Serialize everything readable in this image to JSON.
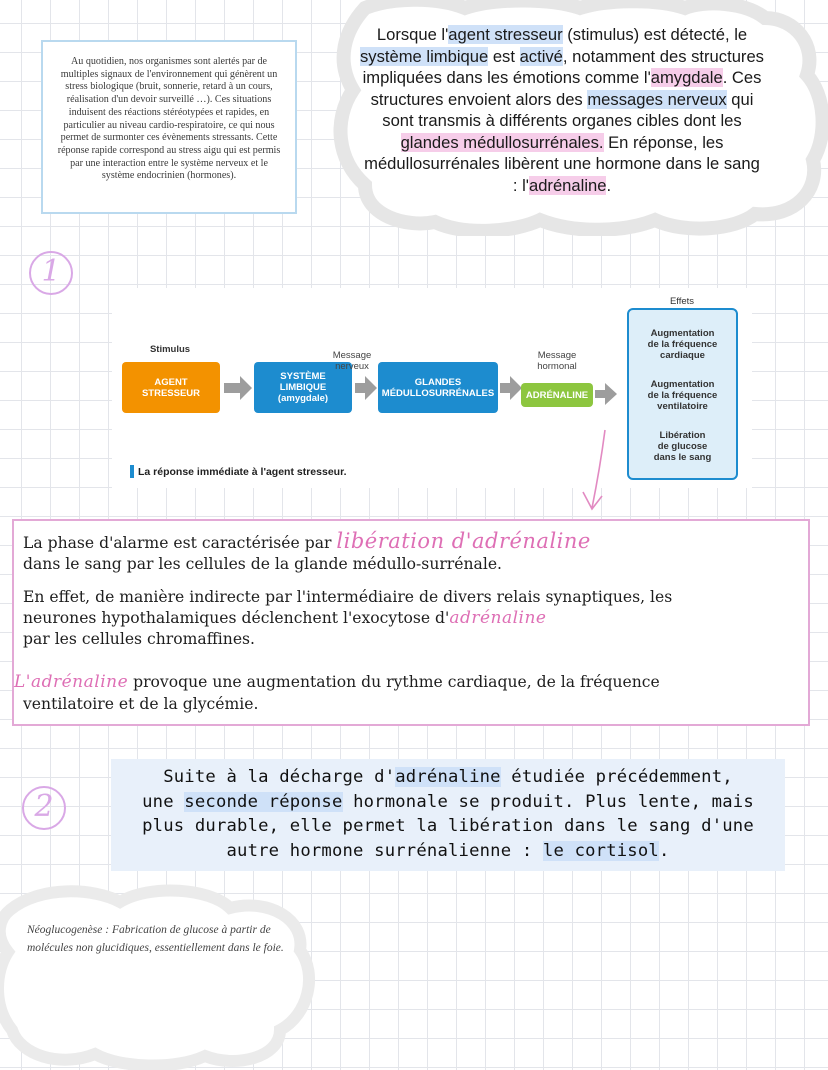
{
  "colors": {
    "accent_pink": "#de6fb5",
    "circle_lilac": "#d9a8e6",
    "highlight_blue": "#cfe1f8",
    "highlight_pink": "#f6cde9",
    "diagram_orange": "#f39200",
    "diagram_blue": "#1d8ccf",
    "diagram_green": "#8dc63f"
  },
  "intro_box": {
    "text": "Au quotidien, nos organismes sont alertés par de multiples signaux de l'environnement qui génèrent un stress biologique (bruit, sonnerie, retard à un cours, réalisation d'un devoir surveillé …). Ces situations induisent des réactions stéréotypées et rapides, en particulier au niveau cardio-respiratoire, ce qui nous permet de surmonter ces évènements stressants. Cette réponse rapide correspond au stress aigu qui est permis par une interaction entre le système nerveux et le système endocrinien (hormones)."
  },
  "intro_right": {
    "p1": "Lorsque l'",
    "h1": "agent stresseur",
    "p2": " (stimulus) est détecté, le ",
    "h2": "système limbique",
    "p3": " est ",
    "h3": "activé",
    "p4": ", notamment des structures impliquées dans les émotions comme l'",
    "h4": "amygdale",
    "p5": ". Ces structures envoient alors des ",
    "h5": "messages nerveux",
    "p6": " qui sont transmis à différents organes cibles dont les ",
    "h6": "glandes médullosurrénales.",
    "p7": " En réponse, les médullosurrénales libèrent une hormone dans le sang : l'",
    "h7": "adrénaline",
    "p8": "."
  },
  "section1": {
    "number": "1"
  },
  "diagram": {
    "stimulus_label": "Stimulus",
    "agent_box": "AGENT\nSTRESSEUR",
    "systeme_box": "SYSTÈME\nLIMBIQUE\n(amygdale)",
    "message_nerveux": "Message\nnerveux",
    "glandes_box": "GLANDES\nMÉDULLOSURRÉNALES",
    "message_hormonal": "Message\nhormonal",
    "adrenaline_box": "ADRÉNALINE",
    "effets_label": "Effets",
    "effect_1": "Augmentation\nde la fréquence\ncardiaque",
    "effect_2": "Augmentation\nde la fréquence\nventilatoire",
    "effect_3": "Libération\nde glucose\ndans le sang",
    "caption": "La réponse immédiate à l'agent stresseur."
  },
  "alarm": {
    "l1_a": "La phase d'alarme est caractérisée par ",
    "l1_hand": "libération d'adrénaline",
    "l2": "dans le sang par les cellules de la glande médullo-surrénale.",
    "l3": "En effet, de manière indirecte par l'intermédiaire de divers relais synaptiques, les",
    "l4_a": "neurones hypothalamiques déclenchent l'exocytose d'",
    "l4_hand": "adrénaline",
    "l5": "par les cellules chromaffines.",
    "l6_hand": "L'adrénaline",
    "l6_b": " provoque une augmentation du rythme cardiaque, de la fréquence",
    "l7": "ventilatoire et de la glycémie."
  },
  "section2": {
    "number": "2"
  },
  "box2": {
    "a": "Suite à la décharge d'",
    "h1": "adrénaline",
    "b": " étudiée précédemment,",
    "c": "une ",
    "h2": "seconde réponse",
    "d": " hormonale se produit. Plus lente, mais",
    "e": "plus durable, elle permet la libération dans le sang d'une",
    "f": "autre hormone surrénalienne : ",
    "h3": "le cortisol",
    "g": "."
  },
  "footnote": {
    "text": "Néoglucogenèse : Fabrication de glucose à partir de molécules non glucidiques, essentiellement dans le foie."
  }
}
